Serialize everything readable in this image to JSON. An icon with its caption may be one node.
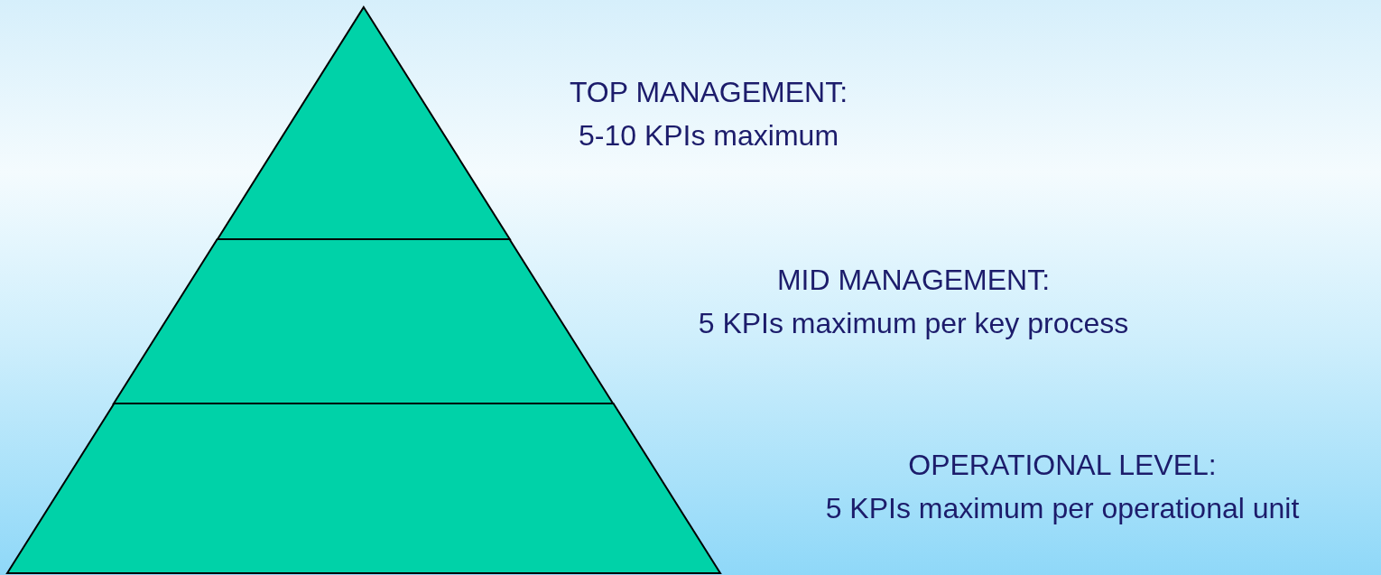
{
  "diagram": {
    "nodes": [
      {
        "text": [],
        "shape": "triangle",
        "beside": [
          "TOP MANAGEMENT:",
          "5-10 KPIs maximum"
        ]
      },
      {
        "text": [],
        "shape": "trapezoid",
        "beside": [
          "MID MANAGEMENT:",
          "5 KPIs maximum per key process"
        ]
      },
      {
        "text": [],
        "shape": "trapezoid",
        "beside": [
          "OPERATIONAL LEVEL:",
          "5 KPIs maximum per operational unit"
        ]
      }
    ]
  }
}
